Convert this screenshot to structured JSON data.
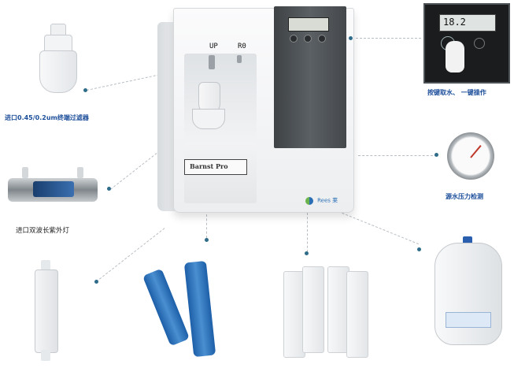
{
  "machine": {
    "outlet_up": "UP",
    "outlet_ro": "R0",
    "brand_plate": "Barnst Pro",
    "logo_text": "Rees 莱"
  },
  "display": {
    "reading": "18.2"
  },
  "callouts": {
    "key_operation": "按键取水、 一键操作",
    "terminal_filter": "进口0.45/0.2um终端过滤器",
    "uv_lamp": "进口双波长紫外灯",
    "pressure_gauge": "源水压力检测"
  },
  "colors": {
    "label_blue": "#1c4e9a",
    "panel_dark": "#4f5458",
    "machine_white": "#f4f5f6",
    "accent_blue": "#2a6fb4"
  }
}
